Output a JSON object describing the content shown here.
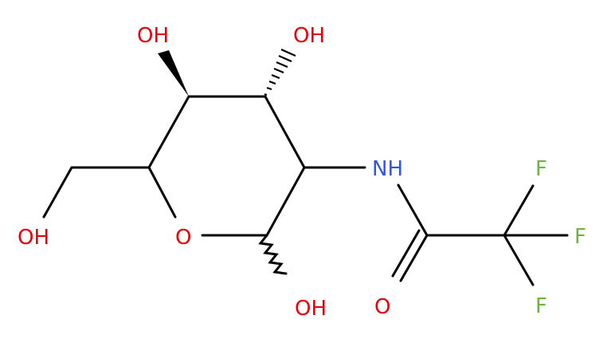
{
  "molecule": {
    "labels": {
      "oh_top_left": "OH",
      "oh_top_right": "OH",
      "oh_left": "OH",
      "ring_o": "O",
      "oh_bottom": "OH",
      "nh": "NH",
      "carbonyl_o": "O",
      "f_top": "F",
      "f_right": "F",
      "f_bottom": "F"
    },
    "colors": {
      "bond": "#000000",
      "oxygen": "#e8000b",
      "nitrogen": "#3050f8",
      "fluorine": "#6db43c"
    }
  }
}
